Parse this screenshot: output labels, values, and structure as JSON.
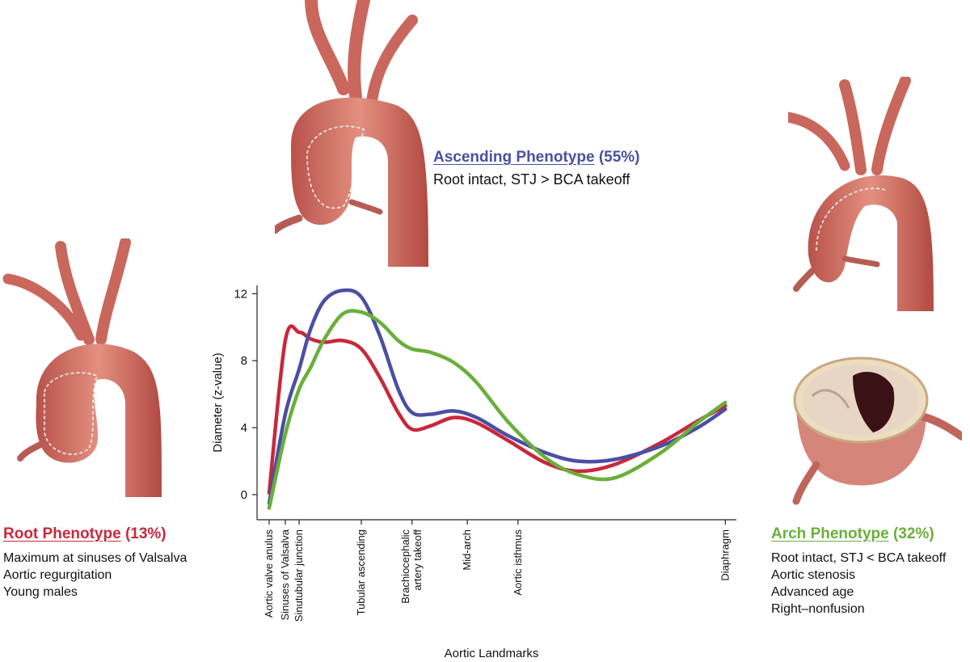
{
  "phenotypes": {
    "root": {
      "name": "Root Phenotype",
      "pct": "(13%)",
      "color": "#c8283c",
      "lines": [
        "Maximum at sinuses of Valsalva",
        "Aortic regurgitation",
        "Young males"
      ]
    },
    "ascending": {
      "name": "Ascending Phenotype",
      "pct": "(55%)",
      "color": "#4a4fa3",
      "lines": [
        "Root intact, STJ > BCA takeoff"
      ]
    },
    "arch": {
      "name": "Arch Phenotype",
      "pct": "(32%)",
      "color": "#6aaf3a",
      "lines": [
        "Root intact, STJ < BCA takeoff",
        "Aortic stenosis",
        "Advanced age",
        "Right–nonfusion"
      ]
    }
  },
  "chart_data": {
    "type": "line",
    "xlabel": "Aortic Landmarks",
    "ylabel": "Diameter (z-value)",
    "ylim": [
      -1.5,
      12.5
    ],
    "yticks": [
      0,
      4,
      8,
      12
    ],
    "xlim": [
      0,
      100
    ],
    "x_landmarks": [
      {
        "label": "Aortic valve anulus",
        "x": 0
      },
      {
        "label": "Sinuses of Valsalva",
        "x": 3.5
      },
      {
        "label": "Sinutubular junction",
        "x": 6.5
      },
      {
        "label": "Tubular ascending",
        "x": 20
      },
      {
        "label": "Brachiocephalic\nartery takeoff",
        "x": 31
      },
      {
        "label": "Mid-arch",
        "x": 43
      },
      {
        "label": "Aortic isthmus",
        "x": 54
      },
      {
        "label": "Diaphragm",
        "x": 99
      }
    ],
    "series": [
      {
        "key": "root",
        "color": "#c8283c",
        "points": [
          [
            0,
            0.1
          ],
          [
            3.5,
            9.2
          ],
          [
            6.5,
            9.7
          ],
          [
            9,
            9.3
          ],
          [
            12,
            9.1
          ],
          [
            16,
            9.2
          ],
          [
            20,
            8.7
          ],
          [
            24,
            7
          ],
          [
            28,
            4.9
          ],
          [
            31,
            3.9
          ],
          [
            35,
            4.1
          ],
          [
            40,
            4.6
          ],
          [
            45,
            4.3
          ],
          [
            52,
            3.2
          ],
          [
            60,
            1.9
          ],
          [
            67,
            1.4
          ],
          [
            75,
            1.8
          ],
          [
            85,
            3.1
          ],
          [
            93,
            4.4
          ],
          [
            99,
            5.3
          ]
        ]
      },
      {
        "key": "ascending",
        "color": "#4a4fa3",
        "points": [
          [
            0,
            -0.5
          ],
          [
            3.5,
            4.8
          ],
          [
            6.5,
            7.5
          ],
          [
            9,
            9.9
          ],
          [
            12,
            11.6
          ],
          [
            16,
            12.2
          ],
          [
            20,
            11.8
          ],
          [
            24,
            9.5
          ],
          [
            28,
            6.3
          ],
          [
            31,
            4.9
          ],
          [
            35,
            4.8
          ],
          [
            40,
            5
          ],
          [
            45,
            4.6
          ],
          [
            52,
            3.5
          ],
          [
            60,
            2.5
          ],
          [
            67,
            2
          ],
          [
            75,
            2.1
          ],
          [
            85,
            2.9
          ],
          [
            93,
            4
          ],
          [
            99,
            5.1
          ]
        ]
      },
      {
        "key": "arch",
        "color": "#6aaf3a",
        "points": [
          [
            0,
            -0.8
          ],
          [
            3.5,
            3.6
          ],
          [
            6.5,
            6.3
          ],
          [
            9,
            7.6
          ],
          [
            12,
            9.3
          ],
          [
            16,
            10.8
          ],
          [
            20,
            10.9
          ],
          [
            24,
            10.3
          ],
          [
            28,
            9.2
          ],
          [
            31,
            8.7
          ],
          [
            35,
            8.5
          ],
          [
            40,
            7.9
          ],
          [
            45,
            6.7
          ],
          [
            52,
            4.3
          ],
          [
            60,
            2.2
          ],
          [
            67,
            1.2
          ],
          [
            75,
            1
          ],
          [
            85,
            2.5
          ],
          [
            93,
            4.3
          ],
          [
            99,
            5.5
          ]
        ]
      }
    ]
  }
}
